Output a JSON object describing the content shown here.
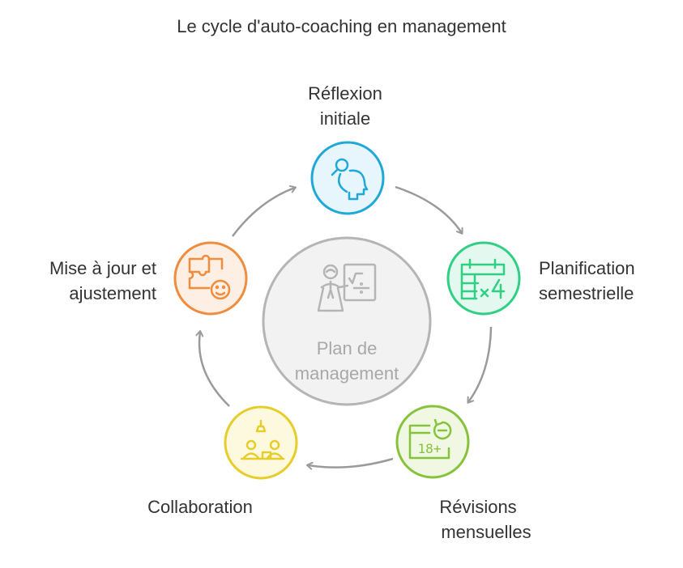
{
  "title": "Le cycle d'auto-coaching en management",
  "center": {
    "label_line1": "Plan de",
    "label_line2": "management",
    "icon": "teacher-board-icon",
    "color": "#b5b5b5"
  },
  "steps": [
    {
      "line1": "Réflexion",
      "line2": "initiale",
      "icon": "head-magnifier-icon",
      "color": "#1fa8d8",
      "fill": "#e6f6fc"
    },
    {
      "line1": "Planification",
      "line2": "semestrielle",
      "icon": "calendar-x4-icon",
      "color": "#2fcf84",
      "fill": "#e3f8ee"
    },
    {
      "line1": "Révisions",
      "line2": "mensuelles",
      "icon": "calendar-18-plus-icon",
      "color": "#86c33a",
      "fill": "#f0f8e4"
    },
    {
      "line1": "Collaboration",
      "line2": "",
      "icon": "meeting-lamp-icon",
      "color": "#e6cd2a",
      "fill": "#fdf9de"
    },
    {
      "line1": "Mise à jour et",
      "line2": "ajustement",
      "icon": "puzzle-face-icon",
      "color": "#f08c3c",
      "fill": "#fdefe3"
    }
  ],
  "arrow_color": "#9a9a9a"
}
